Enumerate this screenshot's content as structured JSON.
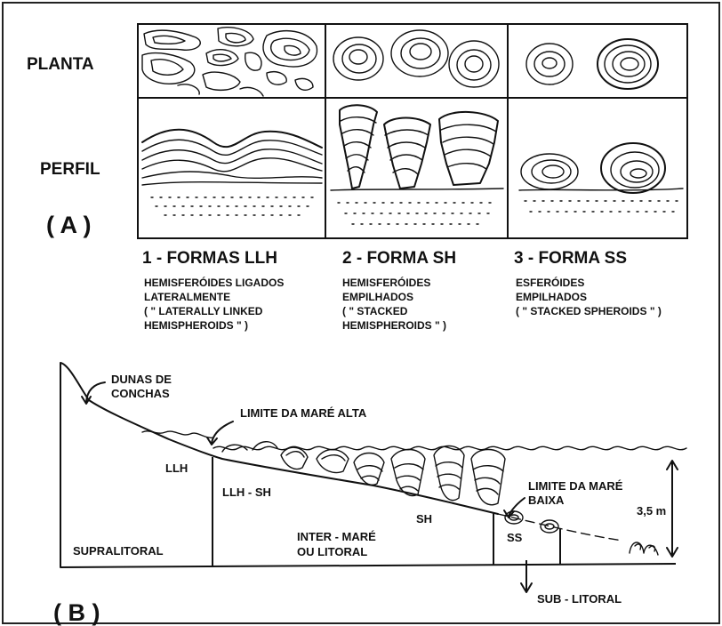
{
  "panel_a": {
    "row_planta": "PLANTA",
    "row_perfil": "PERFIL",
    "panel_label": "( A )",
    "forms": [
      {
        "title": "1 - FORMAS LLH",
        "desc": [
          "HEMISFERÓIDES LIGADOS",
          "LATERALMENTE",
          "( \" LATERALLY LINKED",
          "HEMISPHEROIDS \" )"
        ]
      },
      {
        "title": "2 - FORMA  SH",
        "desc": [
          "HEMISFERÓIDES",
          "EMPILHADOS",
          "( \" STACKED",
          "HEMISPHEROIDS \" )"
        ]
      },
      {
        "title": "3 - FORMA SS",
        "desc": [
          "ESFERÓIDES",
          "EMPILHADOS",
          "( \" STACKED SPHEROIDS \" )"
        ]
      }
    ]
  },
  "panel_b": {
    "panel_label": "( B )",
    "dunas": [
      "DUNAS DE",
      "CONCHAS"
    ],
    "limite_alta": "LIMITE DA MARÉ ALTA",
    "llh": "LLH",
    "llh_sh": "LLH - SH",
    "sh": "SH",
    "ss": "SS",
    "limite_baixa": [
      "LIMITE DA MARÉ",
      "BAIXA"
    ],
    "depth": "3,5 m",
    "supralitoral": "SUPRALITORAL",
    "inter": [
      "INTER - MARÉ",
      "OU LITORAL"
    ],
    "sub": "SUB - LITORAL"
  }
}
